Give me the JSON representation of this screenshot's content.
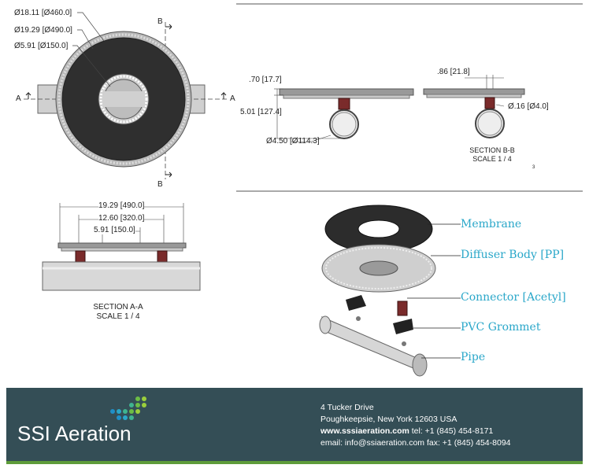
{
  "top_view": {
    "dim1": "Ø18.11 [Ø460.0]",
    "dim2": "Ø19.29 [Ø490.0]",
    "dim3": "Ø5.91 [Ø150.0]",
    "mark_a_left": "A",
    "mark_a_right": "A",
    "mark_b_top": "B",
    "mark_b_bottom": "B"
  },
  "side_view": {
    "dim_thickness": ".70 [17.7]",
    "dim_height": "5.01 [127.4]",
    "dim_pipe": "Ø4.50 [Ø114.3]"
  },
  "section_bb": {
    "dim_width": ".86 [21.8]",
    "dim_hole": "Ø.16 [Ø4.0]",
    "title": "SECTION B-B",
    "scale": "SCALE 1 / 4",
    "page_mark": "3"
  },
  "section_aa": {
    "dim_overall": "19.29 [490.0]",
    "dim_mid": "12.60 [320.0]",
    "dim_inner": "5.91 [150.0]",
    "title": "SECTION A-A",
    "scale": "SCALE 1 / 4"
  },
  "exploded": {
    "membrane": "Membrane",
    "body": "Diffuser Body [PP]",
    "connector": "Connector [Acetyl]",
    "grommet": "PVC Grommet",
    "pipe": "Pipe"
  },
  "footer": {
    "brand": "SSI Aeration",
    "address1": "4 Tucker Drive",
    "address2": "Poughkeepsie, New York 12603 USA",
    "website": "www.sssiaeration.com",
    "tel": " tel: +1 (845) 454-8171",
    "email_line": "email: info@ssiaeration.com  fax: +1 (845) 454-8094",
    "colors": {
      "background": "#344e56",
      "accent": "#5e9c3a",
      "logo_dots": [
        "#1f8fc8",
        "#2aa7c9",
        "#3fb48f",
        "#6cbd45",
        "#9bcf3c"
      ]
    }
  },
  "callout_color": "#2aa7c9"
}
